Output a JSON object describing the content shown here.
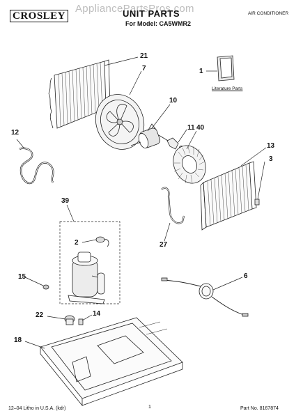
{
  "header": {
    "brand": "CROSLEY",
    "title": "UNIT PARTS",
    "model": "For Model: CA5WMR2",
    "category": "AIR CONDITIONER",
    "watermark": "AppliancePartsPros.com"
  },
  "literature_label": "Literature Parts",
  "callouts": [
    {
      "id": "21",
      "label": "21"
    },
    {
      "id": "7",
      "label": "7"
    },
    {
      "id": "1",
      "label": "1"
    },
    {
      "id": "10",
      "label": "10"
    },
    {
      "id": "11",
      "label": "11"
    },
    {
      "id": "40",
      "label": "40"
    },
    {
      "id": "12",
      "label": "12"
    },
    {
      "id": "13",
      "label": "13"
    },
    {
      "id": "3",
      "label": "3"
    },
    {
      "id": "39",
      "label": "39"
    },
    {
      "id": "2",
      "label": "2"
    },
    {
      "id": "27",
      "label": "27"
    },
    {
      "id": "15",
      "label": "15"
    },
    {
      "id": "6",
      "label": "6"
    },
    {
      "id": "22",
      "label": "22"
    },
    {
      "id": "14",
      "label": "14"
    },
    {
      "id": "18",
      "label": "18"
    }
  ],
  "footer": {
    "left": "12–04 Litho in U.S.A. (kdr)",
    "page": "1",
    "right": "Part No. 8167874"
  }
}
